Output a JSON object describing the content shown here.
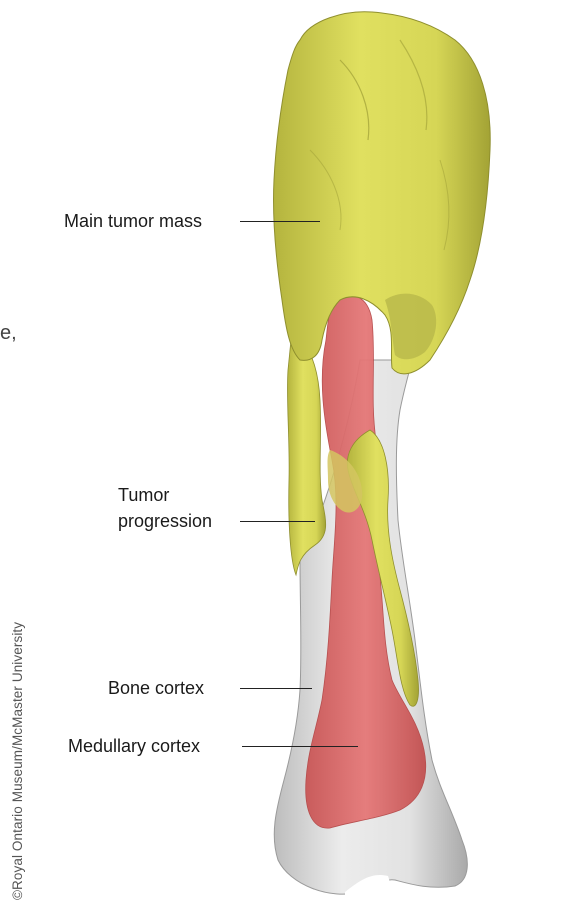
{
  "labels": {
    "main_tumor_mass": "Main tumor mass",
    "tumor_progression_line1": "Tumor",
    "tumor_progression_line2": "progression",
    "bone_cortex": "Bone cortex",
    "medullary_cortex": "Medullary cortex"
  },
  "credit": "©Royal Ontario Museum/McMaster University",
  "edge_fragment": "e,",
  "colors": {
    "tumor": "#dada55",
    "tumor_shadow": "#a9a93a",
    "medullary": "#de6c6c",
    "bone": "#dcdcdc",
    "bone_shadow": "#a8a8a8"
  }
}
